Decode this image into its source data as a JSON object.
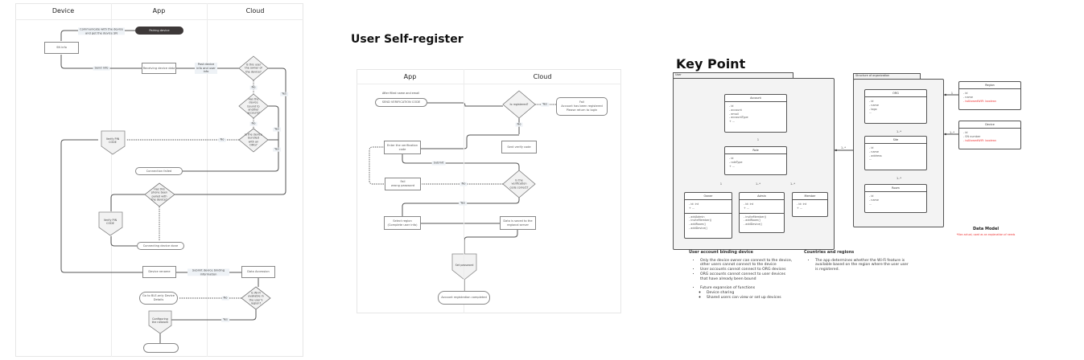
{
  "pairing_flow": {
    "lanes": [
      "Device",
      "App",
      "Cloud"
    ],
    "nodes": {
      "pairing_device": "Pairing device",
      "communicate": "Communicate with the device and get the device SN",
      "sn_info": "SN info",
      "send_info": "Send info",
      "receiving": "Receiving device data",
      "post_info": "Post device info and user info",
      "is_owner": "Is this user the owner of the device?",
      "bound_other": "Has the device bound to another account?",
      "bundled_org": "Is the device bundled with an ORG?",
      "verify_pin_1": "Verify PIN CODE",
      "connection_failed": "Connection failed",
      "phone_paired": "Has this phone been paired with the device?",
      "verify_pin_2": "Verify PIN CODE",
      "connecting_done": "Connecting device done",
      "device_rename": "Device rename",
      "submit_binding": "Submit device binding information",
      "data_accession": "Data Accession",
      "wifi_available": "Is Wi-Fi available in the user's region?",
      "ble_only": "Go to BLE-only Device Details",
      "configuring": "Configuring the network"
    },
    "edge_labels": {
      "no": "No",
      "yes": "Yes"
    }
  },
  "register_flow": {
    "title": "User Self-register",
    "lanes": [
      "App",
      "Cloud"
    ],
    "nodes": {
      "after_filled": "After filled name and email",
      "send_code": "SEND VERIFICATION CODE",
      "is_registered": "Is registered?",
      "fail_registered": "Fail\nAccount has been registered\nPlease return to login",
      "sent_code": "Sent verify code",
      "enter_code": "Enter the verification code",
      "submit": "Submit",
      "code_correct": "Is the verification code correct?",
      "fail_wrong": "Fail\nwrong password",
      "select_region": "Select region\n(Complete user info)",
      "data_saved": "Data is saved to the regional server",
      "set_password": "Set password",
      "completed": "Account registration completed"
    },
    "edge_labels": {
      "no": "No",
      "yes": "Yes"
    }
  },
  "key_point": {
    "title": "Key Point",
    "user_package": "User",
    "org_package": "Structure of organization",
    "classes": {
      "account": {
        "name": "Account",
        "attrs": [
          "- id",
          "- account",
          "- email",
          "- accountType",
          "+ ..."
        ]
      },
      "role": {
        "name": "Role",
        "attrs": [
          "- id",
          "- roleType",
          "+ ..."
        ]
      },
      "owner": {
        "name": "Owner",
        "attrs": [
          "- id: int",
          "+ ..."
        ],
        "methods": [
          "- addAdmin",
          "- inviteMember()",
          "- addRoom()",
          "- addDevice()"
        ]
      },
      "admin": {
        "name": "Admin",
        "attrs": [
          "- id: int",
          "+ ..."
        ],
        "methods": [
          "- inviteMember()",
          "- addRoom()",
          "- addDevice()"
        ]
      },
      "member": {
        "name": "Member",
        "attrs": [
          "- id: int",
          "+ ..."
        ]
      },
      "org": {
        "name": "ORG",
        "attrs": [
          "- id",
          "- name",
          "- logo",
          "..."
        ]
      },
      "site": {
        "name": "Site",
        "attrs": [
          "- id",
          "- name",
          "- address",
          "..."
        ]
      },
      "room": {
        "name": "Room",
        "attrs": [
          "- id",
          "- name",
          "..."
        ]
      },
      "region": {
        "name": "Region",
        "attrs": [
          "- id",
          "- name"
        ],
        "highlight": "- isAllowedWiFi: boolean"
      },
      "device": {
        "name": "Device",
        "attrs": [
          "- id",
          "- SN number"
        ],
        "highlight": "- isAllowedWiFi: boolean"
      }
    },
    "multiplicities": {
      "one": "1",
      "one_many": "1..*"
    },
    "data_model_title": "Data Model",
    "data_model_note": "*Non actual, used as an explanation of needs",
    "binding": {
      "heading": "User account binding device",
      "bullets": [
        "Only the device owner can connect to the device, other users cannot connect to the device",
        "User accounts cannot connect to ORG devices",
        "ORG accounts cannot connect to user devices that have already been bound"
      ],
      "future": "Future expansion of functions",
      "future_items": [
        "Device sharing",
        "Shared users can view or set up devices"
      ]
    },
    "regions": {
      "heading": "Countries and regions",
      "bullets": [
        "The app determines whether the Wi-Fi feature is available based on the region where the user user is registered."
      ]
    },
    "highlight_color": "#e33333"
  }
}
